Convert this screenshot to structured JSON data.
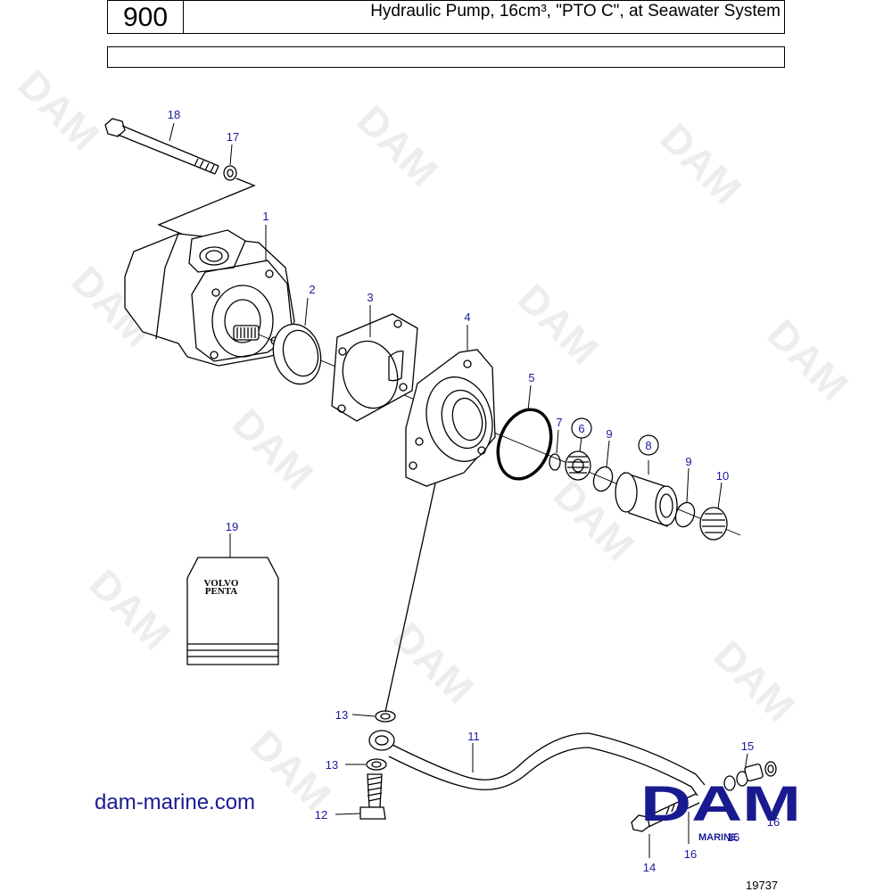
{
  "header": {
    "number": "900",
    "title": "Hydraulic Pump, 16cm³, \"PTO C\", at Seawater System"
  },
  "watermark": {
    "text": "DAM"
  },
  "callouts": {
    "c1": "1",
    "c2": "2",
    "c3": "3",
    "c4": "4",
    "c5": "5",
    "c6": "6",
    "c7": "7",
    "c8": "8",
    "c9a": "9",
    "c9b": "9",
    "c10": "10",
    "c11": "11",
    "c12": "12",
    "c13a": "13",
    "c13b": "13",
    "c14": "14",
    "c15": "15",
    "c16a": "16",
    "c16b": "16",
    "c16c": "16",
    "c17": "17",
    "c18": "18",
    "c19": "19"
  },
  "book": {
    "line1": "VOLVO",
    "line2": "PENTA"
  },
  "logo": {
    "text": "DAM",
    "sub": "MARINE"
  },
  "footer": {
    "website": "dam-marine.com",
    "figure_number": "19737"
  },
  "colors": {
    "callout": "#1a1aa0",
    "logo": "#1a1a90",
    "line": "#000000"
  }
}
